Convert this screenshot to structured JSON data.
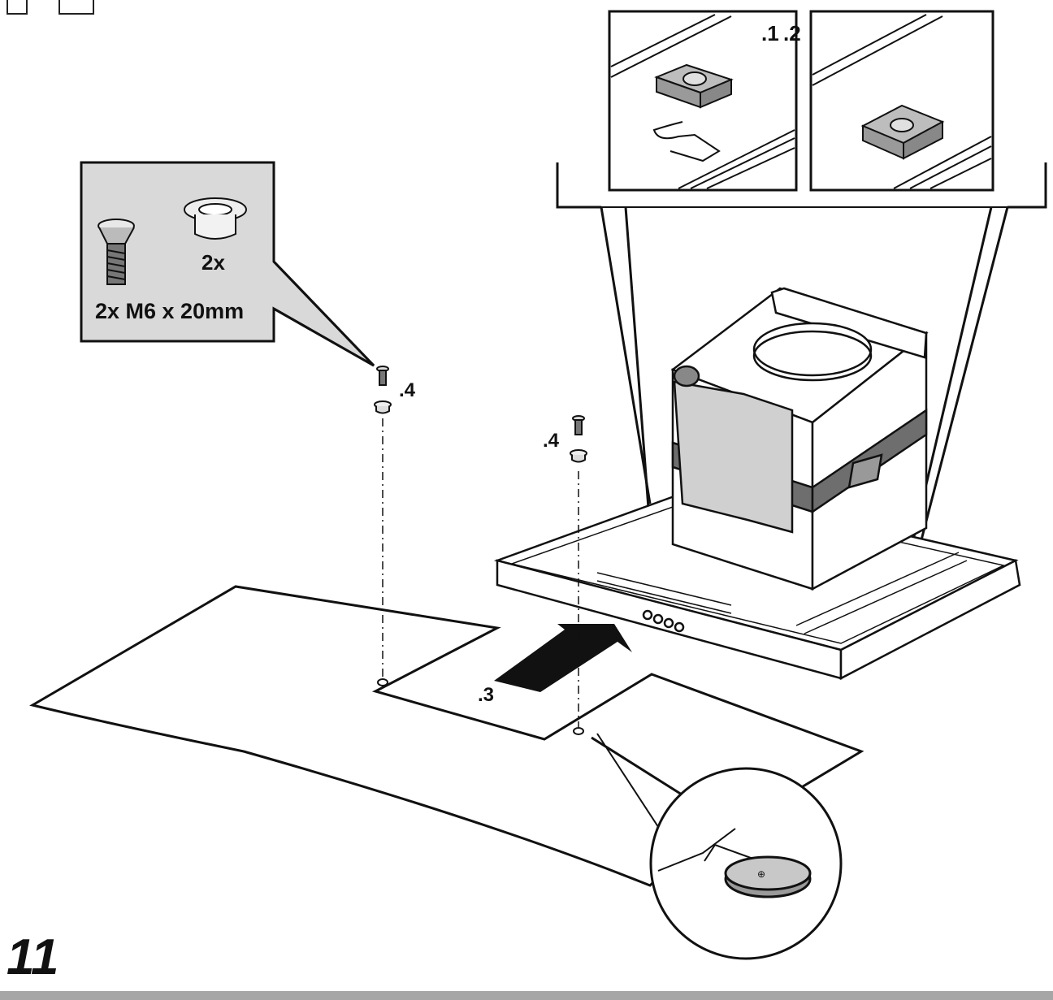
{
  "figure": {
    "step_number": "11",
    "parts_callout": {
      "screw_quantity_label": "2x M6 x 20mm",
      "washer_quantity_label": "2x"
    },
    "labels": {
      "step_1": ".1",
      "step_2": ".2",
      "step_3": ".3",
      "step_4_left": ".4",
      "step_4_right": ".4"
    }
  },
  "colors": {
    "line": "#111111",
    "callout_fill": "#d9d9d9",
    "tape_gray": "#6e6e6e",
    "footer_bar": "#a6a6a6"
  },
  "icons": [
    "hood-clamp-icon",
    "box-icon"
  ]
}
